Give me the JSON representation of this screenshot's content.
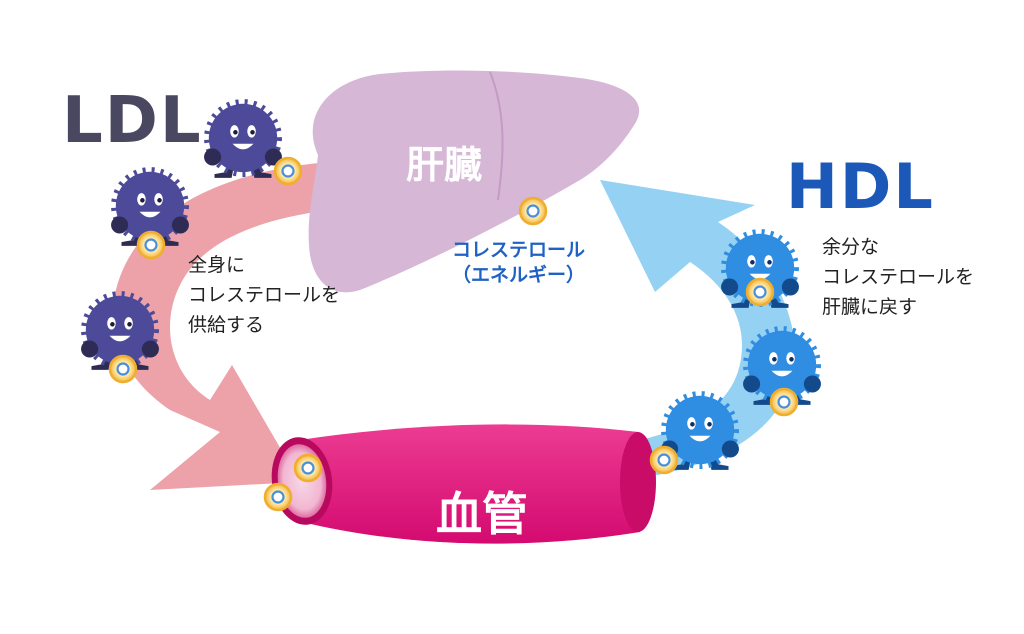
{
  "labels": {
    "ldl": "LDL",
    "hdl": "HDL",
    "liver": "肝臓",
    "vessel": "血管"
  },
  "ldl_note": [
    "全身に",
    "コレステロールを",
    "供給する"
  ],
  "hdl_note": [
    "余分な",
    "コレステロールを",
    "肝臓に戻す"
  ],
  "cholesterol_note": [
    "コレステロール",
    "（エネルギー）"
  ],
  "colors": {
    "ldl_character": "#4d4a9a",
    "hdl_character": "#2f8de2",
    "ldl_arrow": "#ec9aa2",
    "hdl_arrow": "#8ccdf2",
    "liver": "#d6b7d6",
    "vessel": "#e0117a",
    "ldl_text": "#4a4760",
    "hdl_text": "#1c58b8",
    "cholesterol_text": "#1f62c4"
  }
}
